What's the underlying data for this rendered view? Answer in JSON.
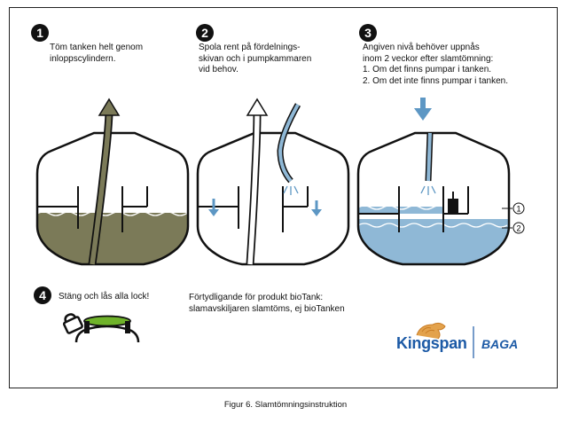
{
  "steps": [
    {
      "num": "1",
      "text": "Töm tanken helt genom\ninloppscylindern."
    },
    {
      "num": "2",
      "text": "Spola rent på fördelnings-\nskivan och i pumpkammaren\nvid behov."
    },
    {
      "num": "3",
      "text": "Angiven nivå behöver uppnås\ninom 2 veckor efter slamtömning:\n1. Om det finns pumpar i tanken.\n2. Om det inte finns pumpar i tanken."
    },
    {
      "num": "4",
      "text": "Stäng och lås alla lock!"
    }
  ],
  "note": "Förtydligande för produkt bioTank:\nslamavskiljaren slamtöms, ej bioTanken",
  "level_labels": [
    "1",
    "2"
  ],
  "brand": {
    "name": "Kingspan",
    "sub": "BAGA"
  },
  "caption": "Figur 6. Slamtömningsinstruktion",
  "colors": {
    "sludge": "#7b7a58",
    "water": "#8fb8d6",
    "outline": "#111111",
    "logo": "#1c5aa6"
  }
}
